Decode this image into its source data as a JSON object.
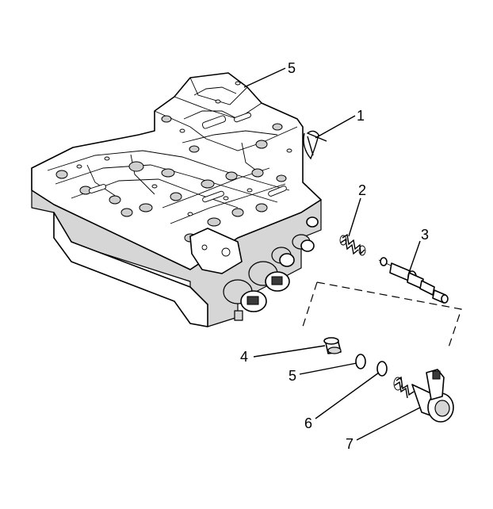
{
  "callouts": [
    {
      "id": "1",
      "label": "1"
    },
    {
      "id": "2",
      "label": "2"
    },
    {
      "id": "3",
      "label": "3"
    },
    {
      "id": "4",
      "label": "4"
    },
    {
      "id": "5a",
      "label": "5"
    },
    {
      "id": "5b",
      "label": "5"
    },
    {
      "id": "6",
      "label": "6"
    },
    {
      "id": "7",
      "label": "7"
    }
  ]
}
